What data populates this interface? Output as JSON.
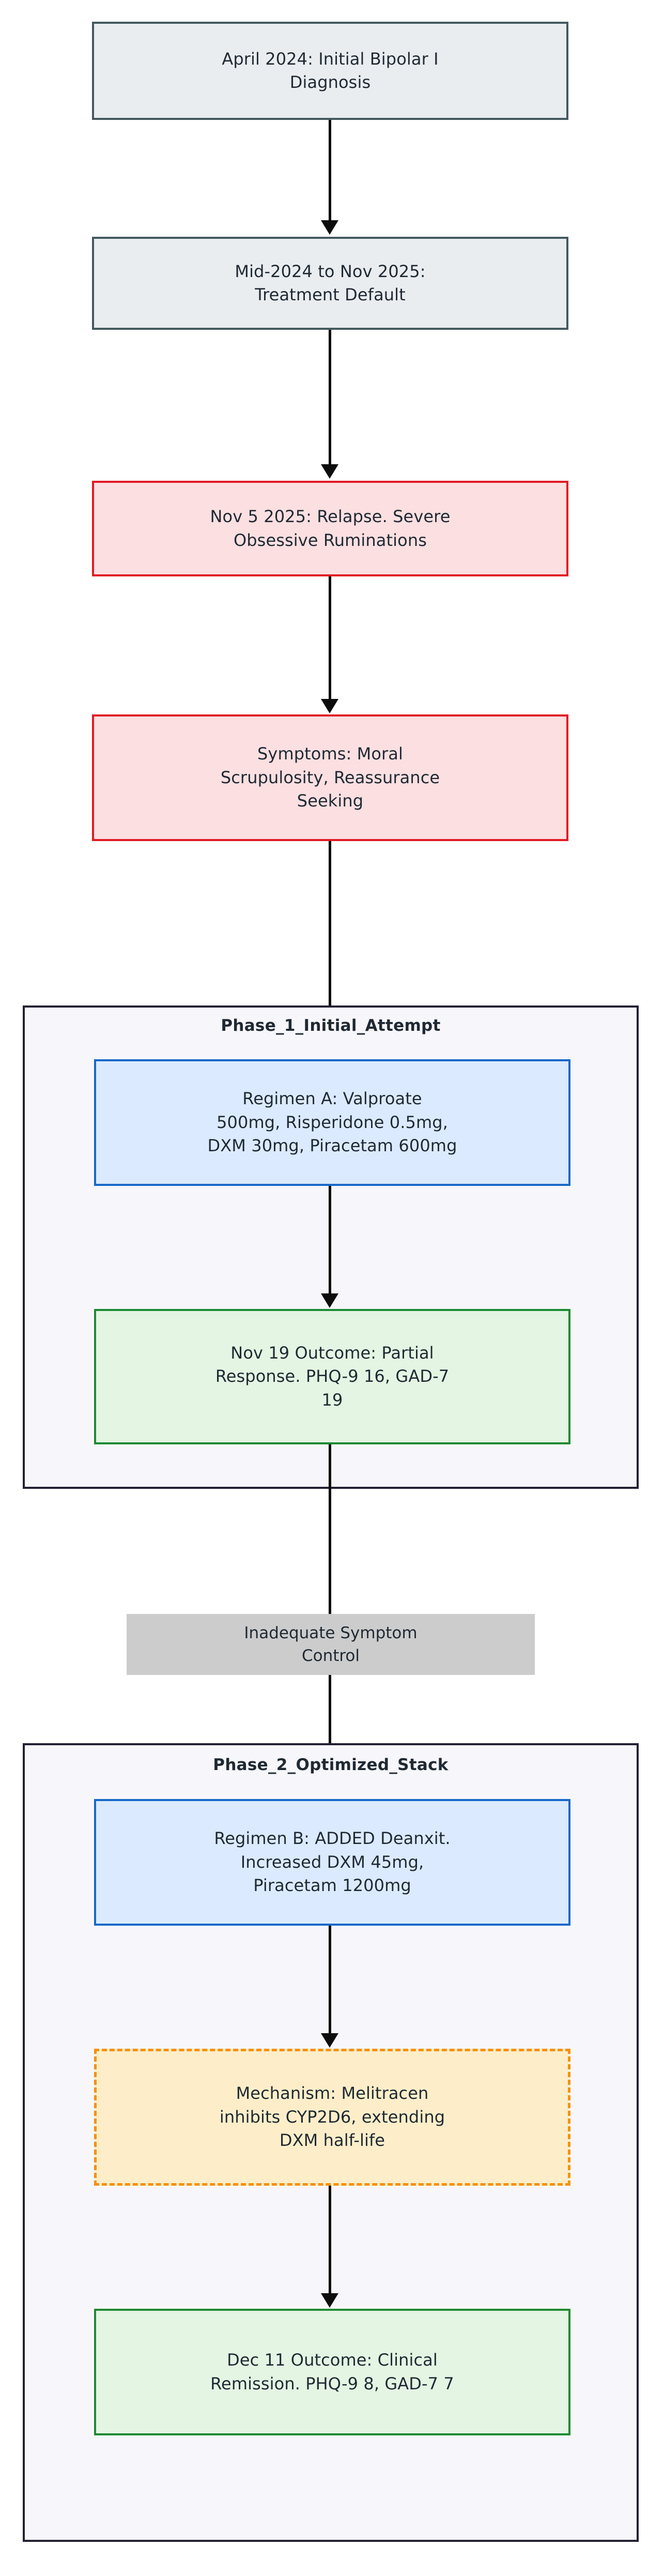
{
  "diagram": {
    "type": "flowchart",
    "direction": "top-to-bottom",
    "nodes": [
      {
        "id": "n1",
        "label": "April 2024: Initial Bipolar I\nDiagnosis",
        "style": "gray"
      },
      {
        "id": "n2",
        "label": "Mid-2024 to Nov 2025:\nTreatment Default",
        "style": "gray"
      },
      {
        "id": "n3",
        "label": "Nov 5 2025: Relapse. Severe\nObsessive Ruminations",
        "style": "red"
      },
      {
        "id": "n4",
        "label": "Symptoms: Moral\nScrupulosity, Reassurance\nSeeking",
        "style": "red"
      },
      {
        "id": "n5",
        "label": "Regimen A: Valproate\n500mg, Risperidone 0.5mg,\nDXM 30mg, Piracetam 600mg",
        "style": "blue"
      },
      {
        "id": "n6",
        "label": "Nov 19 Outcome: Partial\nResponse. PHQ-9 16, GAD-7\n19",
        "style": "green"
      },
      {
        "id": "n7",
        "label": "Regimen B: ADDED Deanxit.\nIncreased DXM 45mg,\nPiracetam 1200mg",
        "style": "blue"
      },
      {
        "id": "n8",
        "label": "Mechanism: Melitracen\ninhibits CYP2D6, extending\nDXM half-life",
        "style": "dashed-orange"
      },
      {
        "id": "n9",
        "label": "Dec 11 Outcome: Clinical\nRemission. PHQ-9 8, GAD-7 7",
        "style": "green"
      }
    ],
    "clusters": [
      {
        "id": "c1",
        "title": "Phase_1_Initial_Attempt"
      },
      {
        "id": "c2",
        "title": "Phase_2_Optimized_Stack"
      }
    ],
    "edge_labels": [
      {
        "id": "e1",
        "label": "Inadequate Symptom\nControl"
      }
    ],
    "colors": {
      "gray_fill": "#e9edf0",
      "gray_border": "#44595f",
      "red_fill": "#fbdfe1",
      "red_border": "#e01b24",
      "blue_fill": "#dbeafe",
      "blue_border": "#1668c8",
      "green_fill": "#e4f5e3",
      "green_border": "#1e8a33",
      "orange_fill": "#fdeec9",
      "orange_border": "#f7900a",
      "cluster_fill": "#f7f7fb",
      "cluster_border": "#232033",
      "edge_label_fill": "#cccccc",
      "arrow": "#0d0d0d",
      "text": "#1f2933"
    }
  }
}
